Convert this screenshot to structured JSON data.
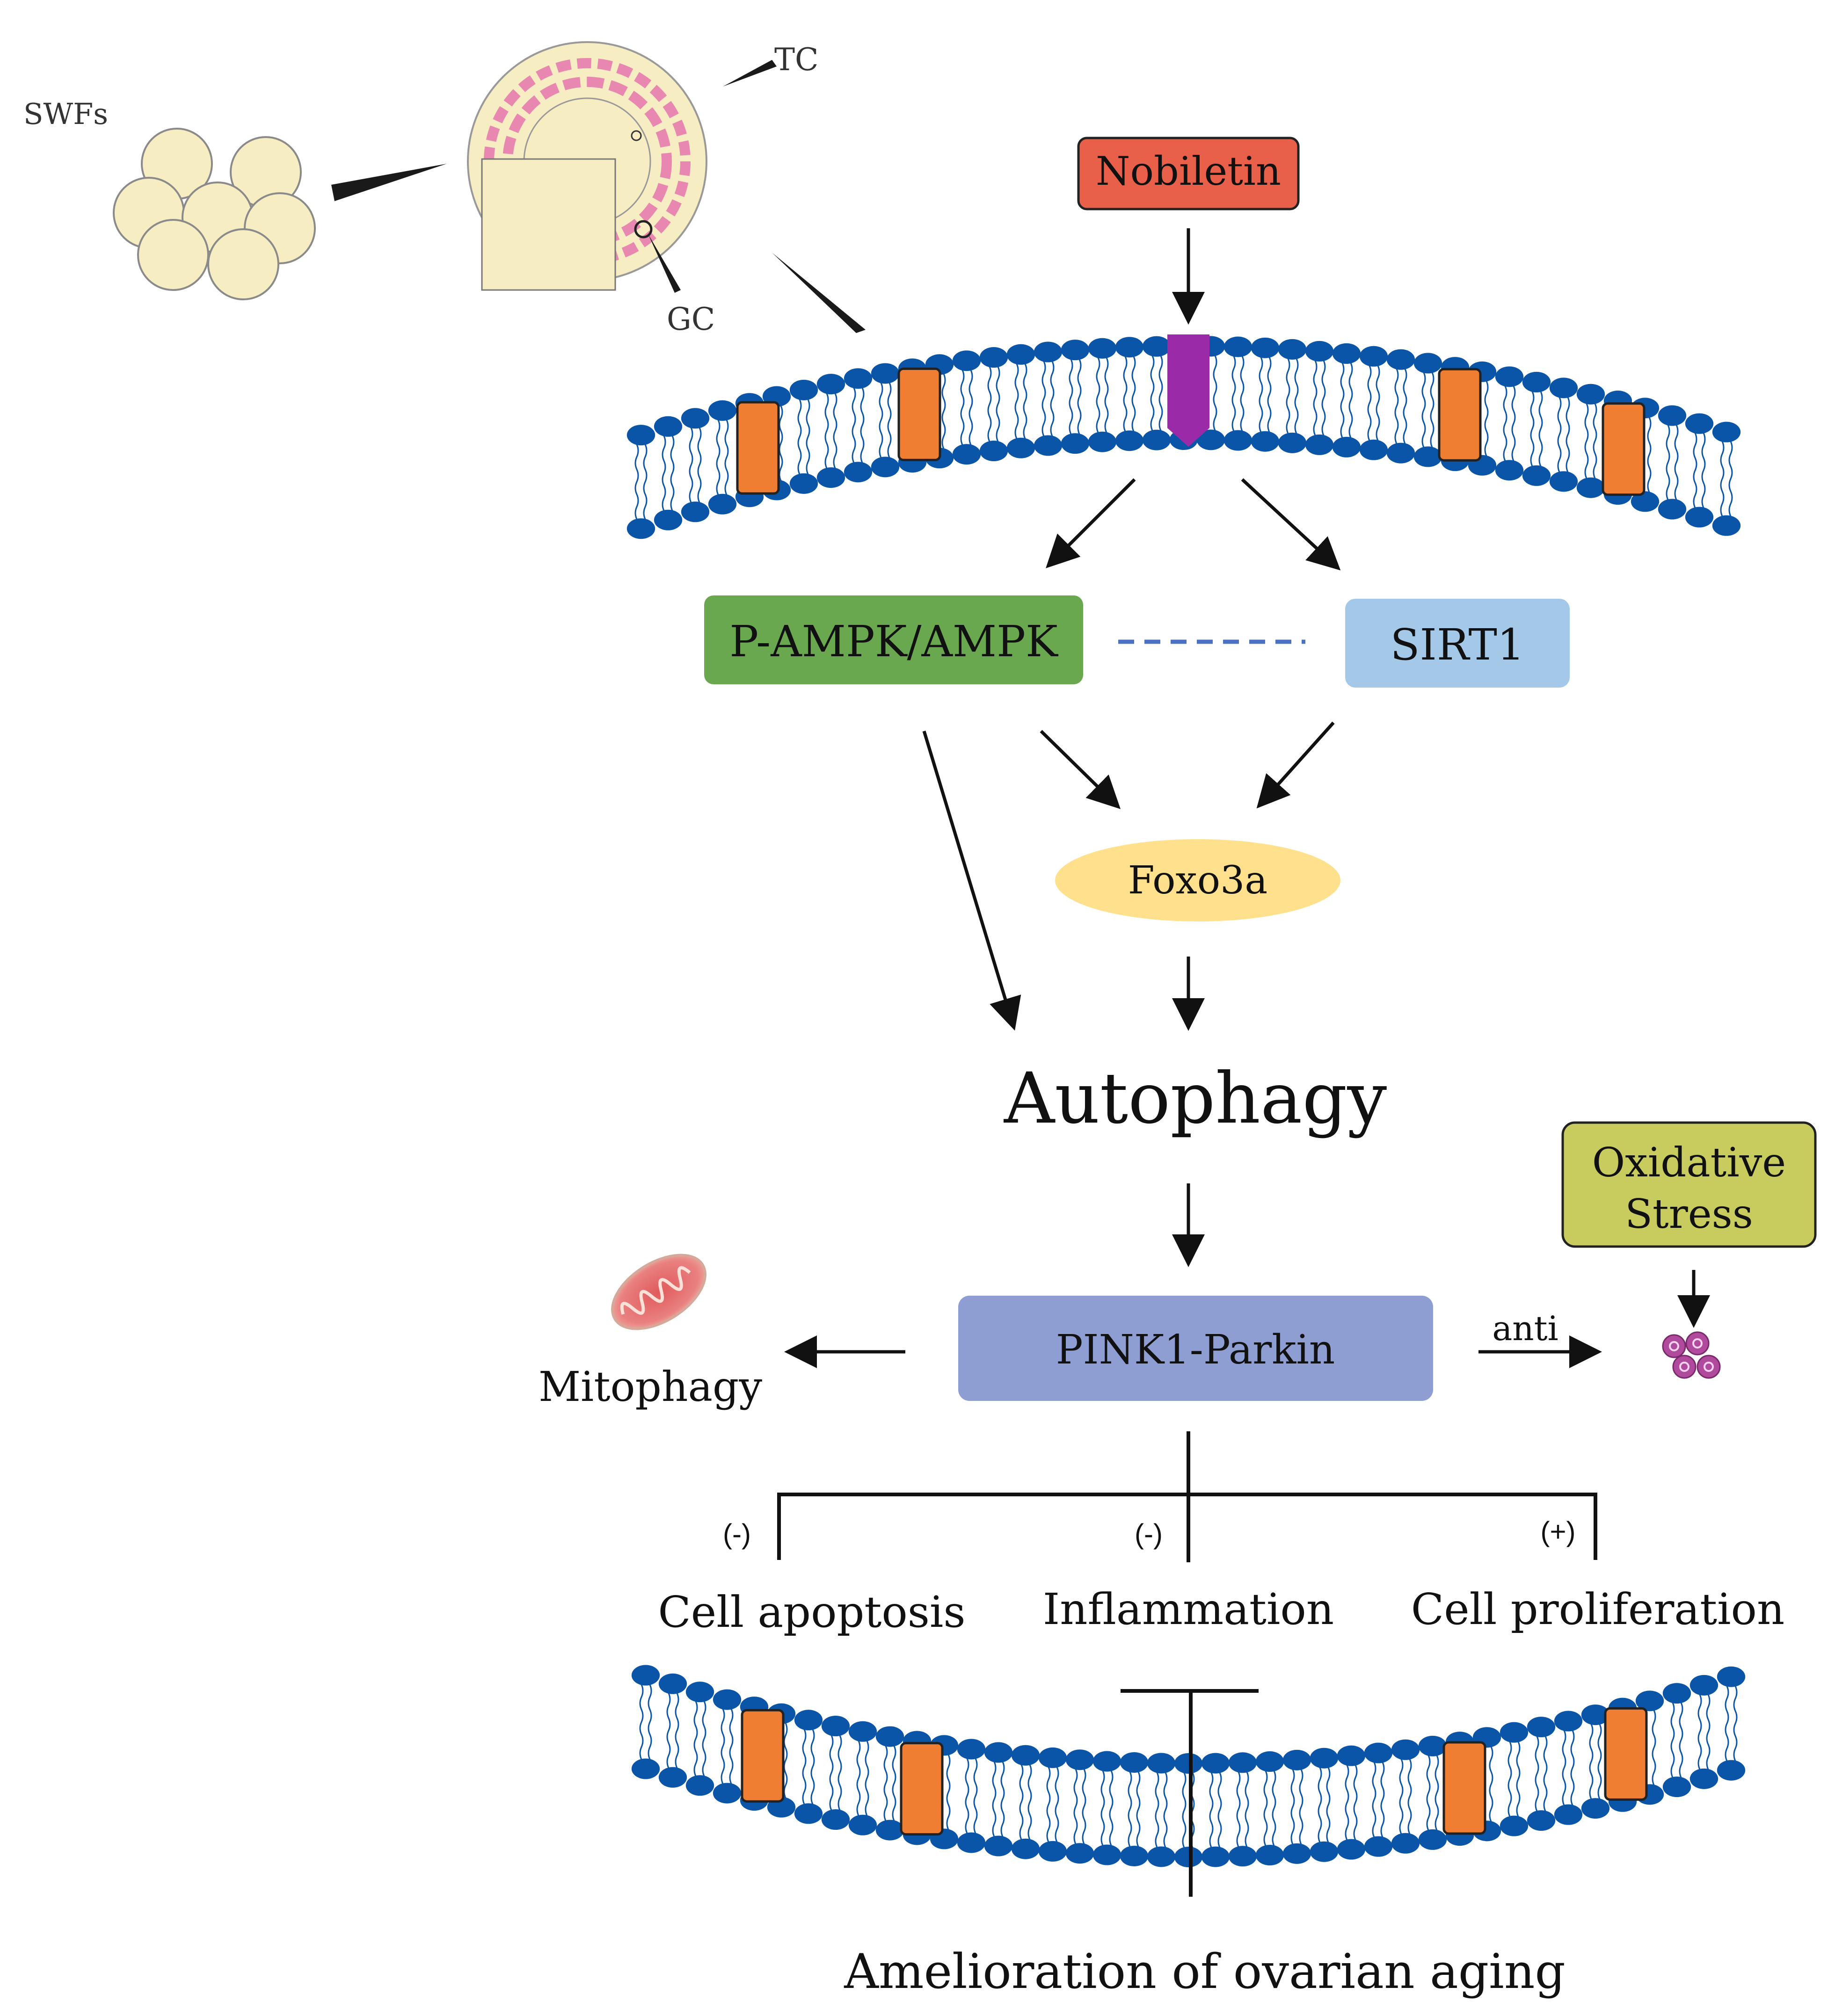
{
  "labels": {
    "swfs": "SWFs",
    "tc": "TC",
    "gc": "GC",
    "nobiletin": "Nobiletin",
    "pampk": "P-AMPK/AMPK",
    "sirt1": "SIRT1",
    "foxo3a": "Foxo3a",
    "autophagy": "Autophagy",
    "oxidative_line1": "Oxidative",
    "oxidative_line2": "Stress",
    "pink1": "PINK1-Parkin",
    "mitophagy": "Mitophagy",
    "anti": "anti",
    "minus1": "(-)",
    "minus2": "(-)",
    "plus": "(+)",
    "apoptosis": "Cell apoptosis",
    "inflammation": "Inflammation",
    "proliferation": "Cell proliferation",
    "outcome": "Amelioration of ovarian aging"
  },
  "colors": {
    "nobiletin": "#E8604A",
    "pampk": "#6AA84F",
    "sirt1": "#A4C8E8",
    "foxo3a": "#FFE08C",
    "pink1": "#8E9DD2",
    "oxidative": "#C8CC5E",
    "lipid_head": "#0B55A8",
    "protein": "#F07E32",
    "receptor": "#9B2AA8",
    "follicle": "#F7EDC2",
    "granulosa": "#E888B0",
    "ros": "#B04A9C",
    "dashed_link": "#4A72C4"
  },
  "icons": [
    "follicle-cluster-icon",
    "follicle-icon",
    "mitochondrion-icon",
    "ros-molecule-icon",
    "receptor-icon"
  ]
}
